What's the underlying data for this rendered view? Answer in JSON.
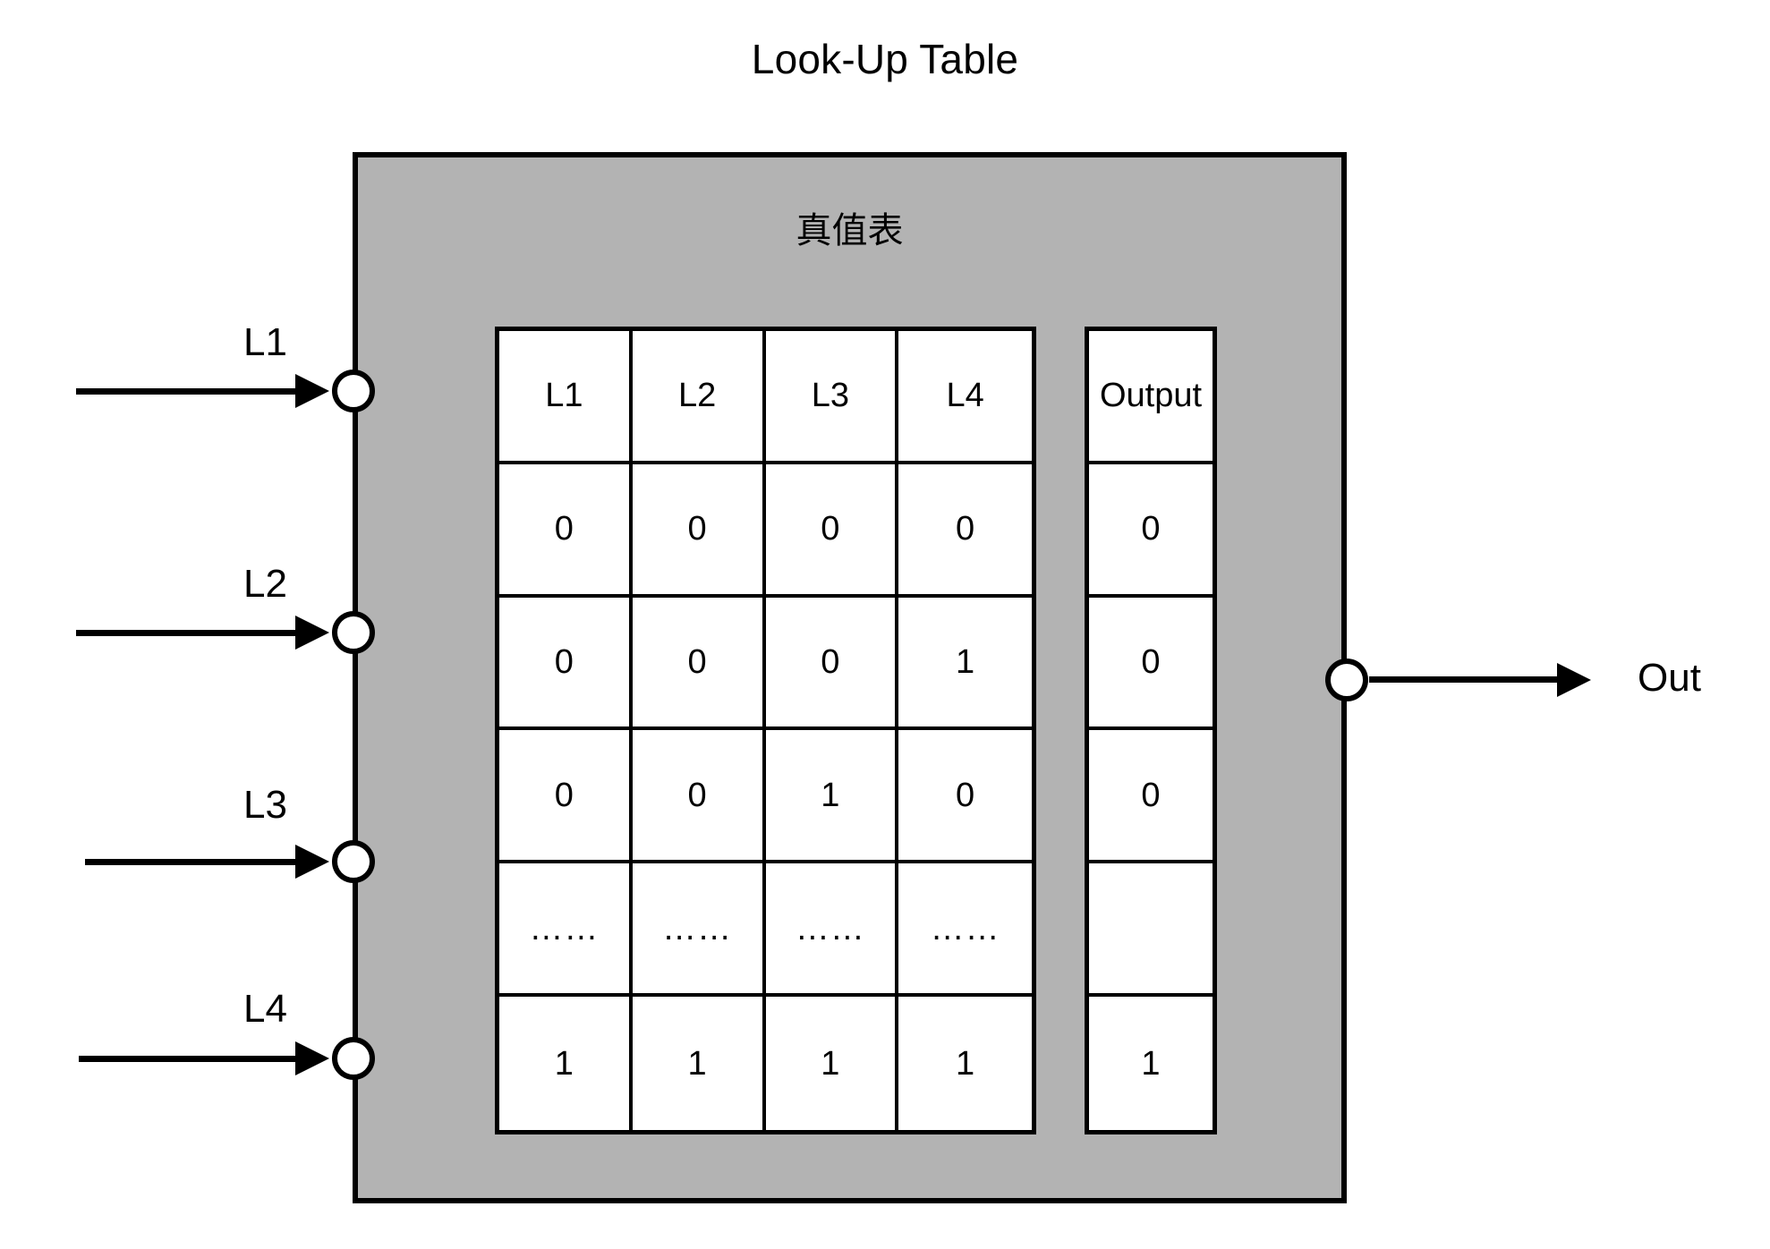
{
  "diagram": {
    "title": "Look-Up Table",
    "block_subtitle": "真值表",
    "block_fill_color": "#b3b3b3",
    "stroke_color": "#000000",
    "background_color": "#ffffff"
  },
  "inputs": [
    {
      "label": "L1"
    },
    {
      "label": "L2"
    },
    {
      "label": "L3"
    },
    {
      "label": "L4"
    }
  ],
  "output": {
    "label": "Out"
  },
  "truth_table": {
    "input_headers": [
      "L1",
      "L2",
      "L3",
      "L4"
    ],
    "output_header": "Output",
    "rows": [
      {
        "inputs": [
          "0",
          "0",
          "0",
          "0"
        ],
        "output": "0"
      },
      {
        "inputs": [
          "0",
          "0",
          "0",
          "1"
        ],
        "output": "0"
      },
      {
        "inputs": [
          "0",
          "0",
          "1",
          "0"
        ],
        "output": "0"
      },
      {
        "inputs": [
          "……",
          "……",
          "……",
          "……"
        ],
        "output": ""
      },
      {
        "inputs": [
          "1",
          "1",
          "1",
          "1"
        ],
        "output": "1"
      }
    ]
  },
  "icons": {
    "input_pin": "circle-pin-icon",
    "output_pin": "circle-pin-icon",
    "arrow": "arrow-right-icon"
  }
}
